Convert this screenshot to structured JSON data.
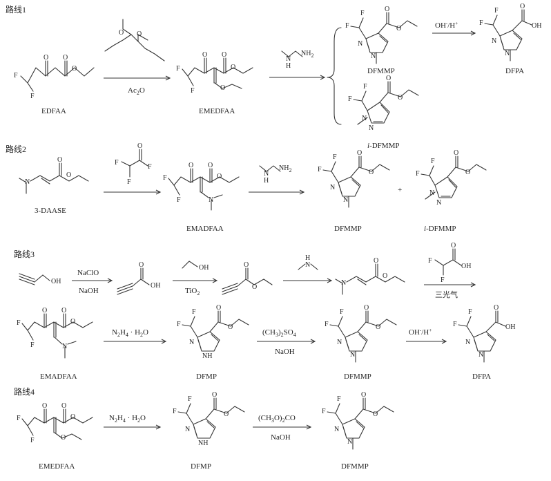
{
  "routes": [
    {
      "label": "路线1"
    },
    {
      "label": "路线2"
    },
    {
      "label": "路线3"
    },
    {
      "label": "路线4"
    }
  ],
  "compounds": {
    "EDFAA": "EDFAA",
    "EMEDFAA": "EMEDFAA",
    "DFMMP": "DFMMP",
    "DFPA": "DFPA",
    "iDFMMP_prefix": "i",
    "iDFMMP_rest": "-DFMMP",
    "DAASE": "3-DAASE",
    "EMADFAA": "EMADFAA",
    "DFMP": "DFMP"
  },
  "conditions": {
    "ac2o": "Ac",
    "ac2o_sub": "2",
    "ac2o_end": "O",
    "base_acid": "OH",
    "base_acid_sup1": "-",
    "base_acid_mid": "/H",
    "base_acid_sup2": "+",
    "naclo": "NaClO",
    "naoh": "NaOH",
    "tio2": "TiO",
    "tio2_sub": "2",
    "triphosgene": "三光气",
    "hydrazine": "N",
    "hydrazine_sub": "2",
    "hydrazine_mid": "H",
    "hydrazine_sub2": "4",
    "hydrazine_end": " · H",
    "hydrazine_sub3": "2",
    "hydrazine_end2": "O",
    "dms": "(CH",
    "dms_sub": "3",
    "dms_mid": ")",
    "dms_sub2": "2",
    "dms_end": "SO",
    "dms_sub3": "4",
    "dmc": "(CH",
    "dmc_sub": "3",
    "dmc_mid": "O)",
    "dmc_sub2": "2",
    "dmc_end": "CO",
    "plus": "+"
  },
  "atoms": {
    "F": "F",
    "O": "O",
    "N": "N",
    "OH": "OH",
    "NH": "NH",
    "NH2": "NH",
    "NH2_sub": "2",
    "H": "H"
  }
}
